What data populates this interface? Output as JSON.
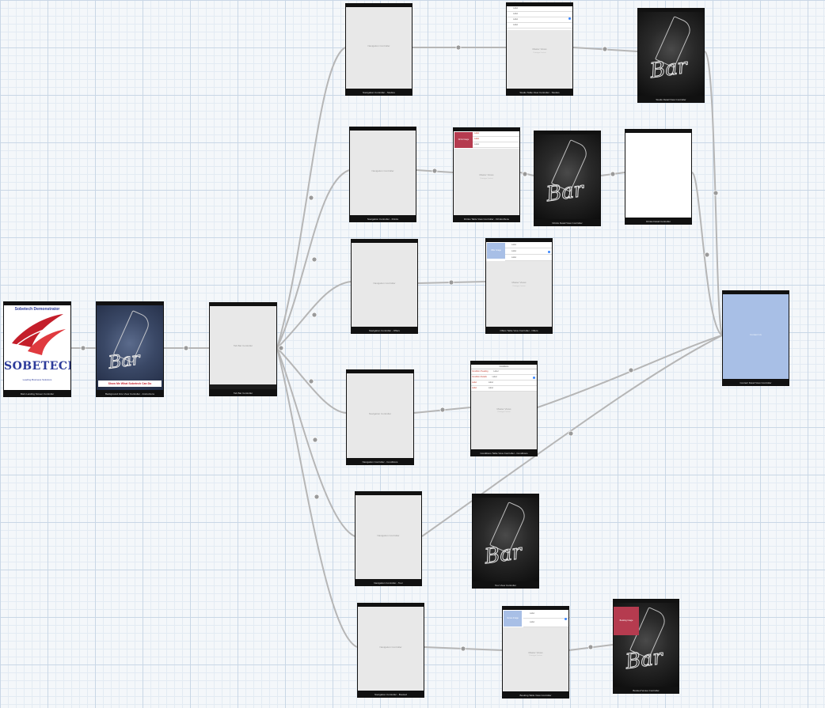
{
  "canvas": {
    "title": "Storyboard",
    "colors": {
      "grid": "#c9d7e6",
      "segue": "#b0b0b0",
      "accent_red": "#b53b4f",
      "accent_blue": "#a8bfe6"
    }
  },
  "scenes": {
    "main_vc": {
      "header": "Sobetech Demonstrator",
      "brand": "SOBETECH",
      "tagline": "Leading Business Solutions",
      "caption": "Main Landing Screen Controller"
    },
    "intro_vc": {
      "button": "Show Me What Sobetech Can Do",
      "caption": "Background Intro View Controller - Instructions"
    },
    "tab_bar": {
      "center": "Tab Bar Controller",
      "caption": "Tab Bar Controller"
    },
    "nav_1": {
      "center": "Navigation Controller",
      "caption": "Navigation Controller - Studios"
    },
    "nav_2": {
      "center": "Navigation Controller",
      "caption": "Navigation Controller - Drinks"
    },
    "nav_3": {
      "center": "Navigation Controller",
      "caption": "Navigation Controller - Offers"
    },
    "nav_4": {
      "center": "Navigation Controller",
      "caption": "Navigation Controller - Conditions"
    },
    "nav_5": {
      "center": "Navigation Controller",
      "caption": "Navigation Controller - Tour"
    },
    "nav_6": {
      "center": "Navigation Controller",
      "caption": "Navigation Controller - Booked"
    },
    "table_1": {
      "center": "Master Views",
      "sub": "Prototype Content",
      "caption": "Studio Table View Controller - Studios",
      "rows": [
        "Label",
        "Label",
        "Label",
        "Label"
      ]
    },
    "table_2": {
      "center": "Master Views",
      "sub": "Prototype Content",
      "caption": "Drinks Table View Controller - Drinks Menu",
      "thumb": "Drink Image",
      "rows": [
        "Label",
        "Label",
        "Label"
      ]
    },
    "table_3": {
      "center": "Master Views",
      "sub": "Prototype Content",
      "caption": "Offers Table View Controller - Offers",
      "thumb": "Offer Image",
      "rows": [
        "Label",
        "Label",
        "Label"
      ]
    },
    "table_4": {
      "center": "Master Views",
      "sub": "Prototype Content",
      "caption": "Conditions Table View Controller - Conditions",
      "nav": "Conditions",
      "rows": [
        "Condition Heading",
        "Condition Details",
        "Label",
        "Label"
      ],
      "values": [
        "Label",
        "Label",
        "Label",
        "Label"
      ]
    },
    "table_5": {
      "center": "Master Views",
      "sub": "Prototype Content",
      "caption": "Booking Table View Controller",
      "thumb": "Venue Image",
      "rows": [
        "Label",
        "Label"
      ]
    },
    "photo_1": {
      "caption": "Studio Detail View Controller"
    },
    "photo_2": {
      "caption": "Drinks Detail View Controller"
    },
    "photo_3": {
      "caption": "Tour View Controller"
    },
    "photo_4": {
      "caption": "Booked Venue Controller",
      "thumb": "Booking Image"
    },
    "white_vc": {
      "caption": "Drinks Detail Controller"
    },
    "blue_vc": {
      "center": "Contact Us",
      "caption": "Contact Detail View Controller"
    }
  }
}
